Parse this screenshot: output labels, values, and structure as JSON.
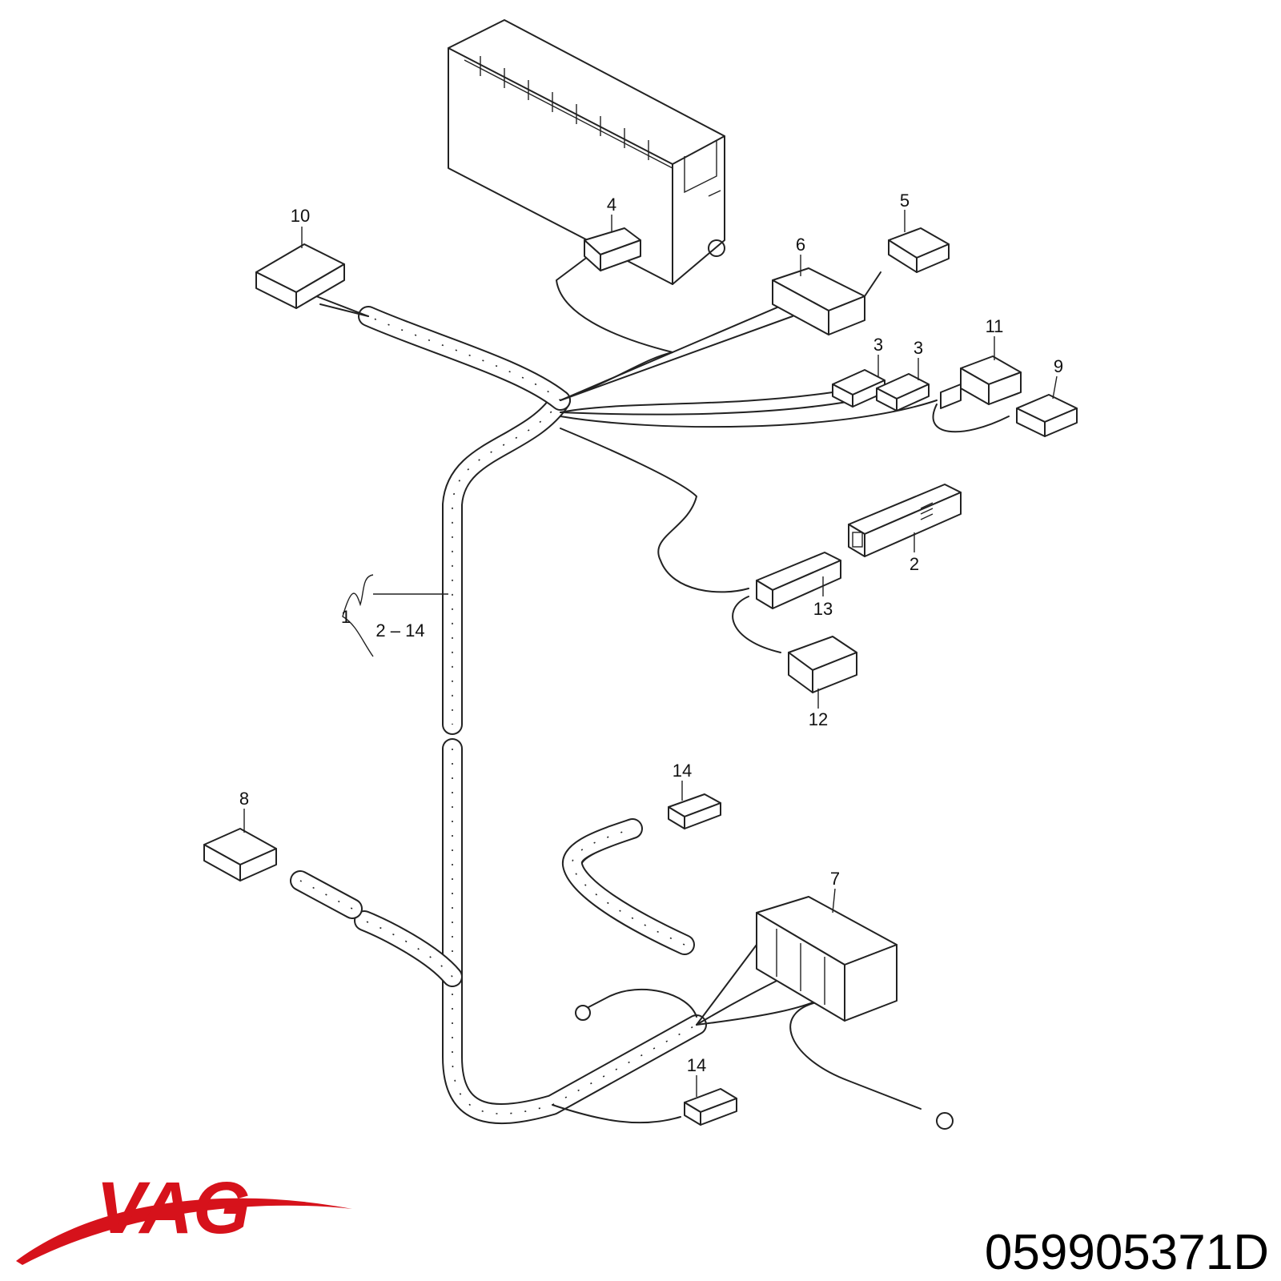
{
  "part_number": "059905371D",
  "brand": {
    "name": "VAG",
    "color": "#d6121b"
  },
  "callouts": {
    "c1": "1",
    "c2": "2",
    "c2_14": "2 – 14",
    "c3a": "3",
    "c3b": "3",
    "c4": "4",
    "c5": "5",
    "c6": "6",
    "c7": "7",
    "c8": "8",
    "c9": "9",
    "c10": "10",
    "c11": "11",
    "c12": "12",
    "c13": "13",
    "c14a": "14",
    "c14b": "14"
  }
}
